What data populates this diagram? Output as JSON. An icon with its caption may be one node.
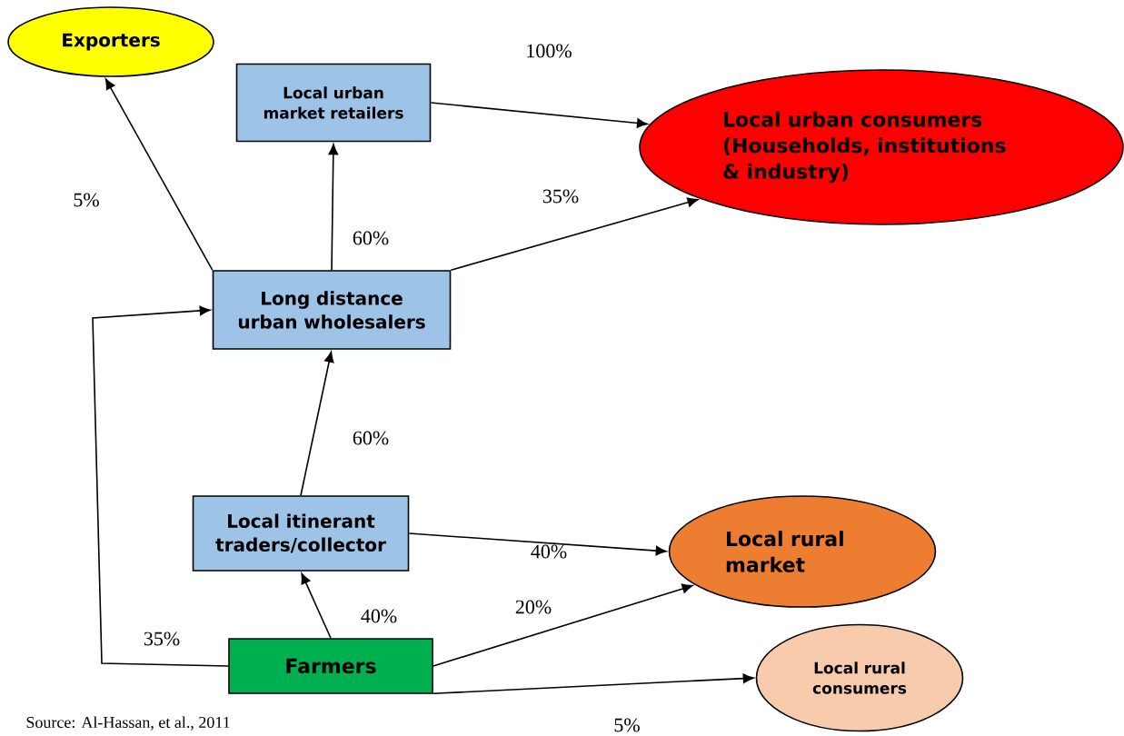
{
  "diagram": {
    "caption": "Source: Al-Hassan, et al., 2011",
    "nodes": [
      {
        "text": [
          "Exporters"
        ]
      },
      {
        "text": [
          "Local urban market retailers"
        ]
      },
      {
        "text": [
          "Local urban consumers (Households, institutions & industry)"
        ]
      },
      {
        "text": [
          "Long distance urban wholesalers"
        ]
      },
      {
        "text": [
          "Local itinerant traders/collector"
        ]
      },
      {
        "text": [
          "Local rural market"
        ]
      },
      {
        "text": [
          "Farmers"
        ]
      },
      {
        "text": [
          "Local rural consumers"
        ]
      }
    ],
    "edges": [
      {
        "from": 3,
        "to": 0,
        "arrow": "to",
        "label": "5%"
      },
      {
        "from": 1,
        "to": 2,
        "arrow": "to",
        "label": "100%"
      },
      {
        "from": 3,
        "to": 1,
        "arrow": "to",
        "label": "60%"
      },
      {
        "from": 3,
        "to": 2,
        "arrow": "to",
        "label": "35%"
      },
      {
        "from": 4,
        "to": 3,
        "arrow": "to",
        "label": "60%"
      },
      {
        "from": 4,
        "to": 5,
        "arrow": "to",
        "label": "40%"
      },
      {
        "from": 6,
        "to": 4,
        "arrow": "to",
        "label": "40%"
      },
      {
        "from": 6,
        "to": 5,
        "arrow": "to",
        "label": "20%"
      },
      {
        "from": 6,
        "to": 7,
        "arrow": "to",
        "label": "5%"
      },
      {
        "from": 6,
        "to": 3,
        "arrow": "to",
        "label": "35%"
      }
    ]
  }
}
